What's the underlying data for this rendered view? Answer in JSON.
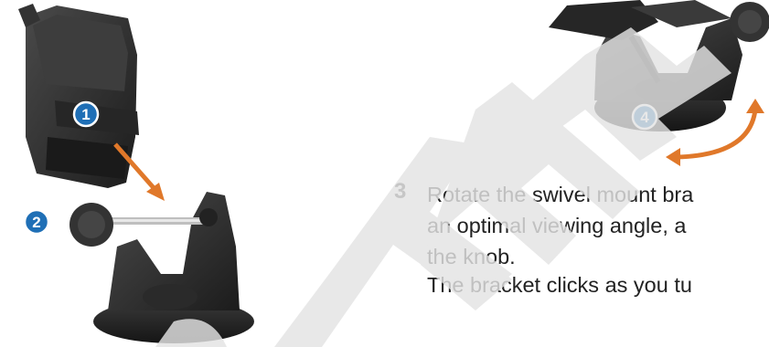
{
  "callouts": [
    "1",
    "2",
    "4"
  ],
  "step": {
    "number": "3",
    "lines": [
      "Rotate the swivel mount bra",
      "an optimal viewing angle, a",
      "the knob."
    ],
    "note": "The bracket clicks as you tu"
  },
  "watermark": "DRAFT",
  "colors": {
    "callout": "#1f6fb6",
    "arrow": "#e0782a",
    "watermark": "#e3e3e3",
    "device": "#2a2a2a"
  }
}
